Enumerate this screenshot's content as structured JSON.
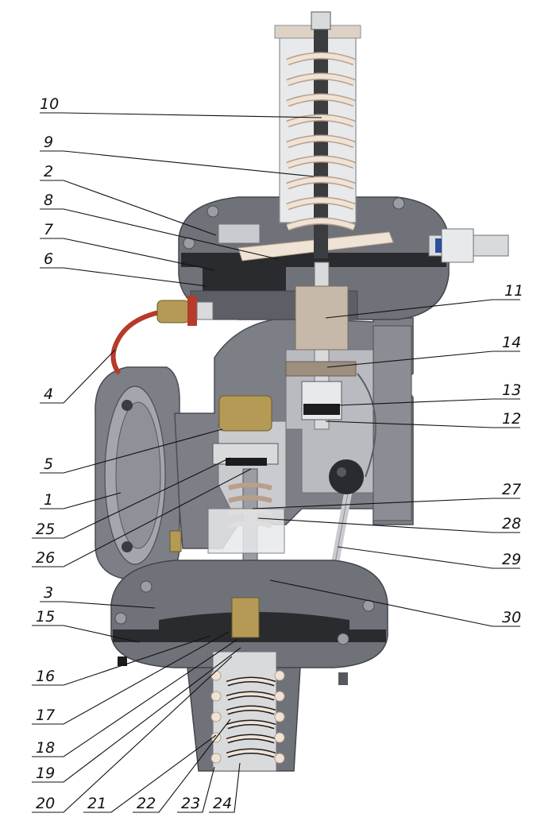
{
  "colors": {
    "body": "#7c7f86",
    "body_dark": "#5c5f66",
    "body_light": "#a9acb2",
    "cut": "#c9cbcf",
    "spring": "#efe3d6",
    "spring_edge": "#b89f8a",
    "brass": "#b59a55",
    "red": "#b73a2a",
    "black": "#1c1c1e",
    "steel": "#d8dadc"
  },
  "callouts": {
    "c1": "1",
    "c2": "2",
    "c3": "3",
    "c4": "4",
    "c5": "5",
    "c6": "6",
    "c7": "7",
    "c8": "8",
    "c9": "9",
    "c10": "10",
    "c11": "11",
    "c12": "12",
    "c13": "13",
    "c14": "14",
    "c15": "15",
    "c16": "16",
    "c17": "17",
    "c18": "18",
    "c19": "19",
    "c20": "20",
    "c21": "21",
    "c22": "22",
    "c23": "23",
    "c24": "24",
    "c25": "25",
    "c26": "26",
    "c27": "27",
    "c28": "28",
    "c29": "29",
    "c30": "30"
  }
}
